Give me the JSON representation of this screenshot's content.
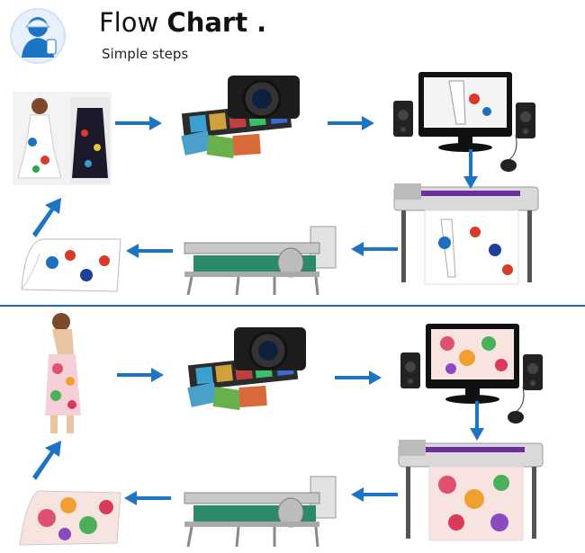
{
  "header": {
    "title_light": "Flow",
    "title_bold": "Chart .",
    "subtitle": "Simple steps"
  },
  "colors": {
    "arrow": "#1d74c5",
    "divider": "#1f6db0",
    "printer_purple": "#6a2f9a"
  },
  "steps": [
    "model-photo-icon",
    "camera-photos-icon",
    "computer-monitor-icon",
    "large-format-printer-icon",
    "heat-press-machine-icon",
    "printed-fabric-icon"
  ]
}
